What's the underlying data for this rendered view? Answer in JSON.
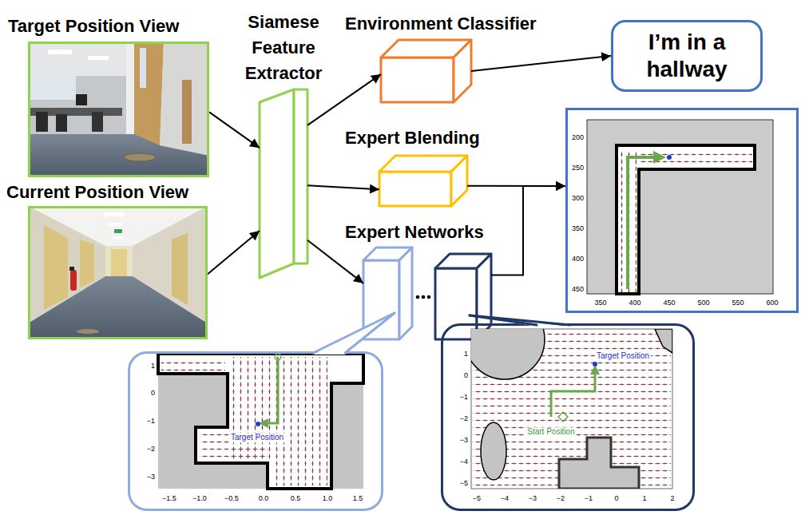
{
  "diagram": {
    "nodes": [
      {
        "text": [
          "Target Position View"
        ]
      },
      {
        "text": [
          "Current Position View"
        ]
      },
      {
        "text": [
          "Siamese Feature Extractor"
        ]
      },
      {
        "text": [
          "Environment Classifier"
        ]
      },
      {
        "text": [
          "I’m in a hallway"
        ]
      },
      {
        "text": [
          "Expert Blending"
        ]
      },
      {
        "text": [
          "Expert Networks"
        ]
      },
      {
        "text": [
          "200",
          "250",
          "300",
          "350",
          "400",
          "450",
          "350",
          "400",
          "450",
          "500",
          "550",
          "600"
        ]
      },
      {
        "text": [
          "Target Position",
          "1",
          "0",
          "−1",
          "−2",
          "−3",
          "−1.5",
          "−1.0",
          "−0.5",
          "0.0",
          "0.5",
          "1.0",
          "1.5"
        ]
      },
      {
        "text": [
          "Target Position",
          "Start Position",
          "1",
          "0",
          "−1",
          "−2",
          "−3",
          "−4",
          "−5",
          "−5",
          "−4",
          "−3",
          "−2",
          "−1",
          "0",
          "1",
          "2"
        ]
      }
    ],
    "edges": [
      {
        "from": 0,
        "to": 2,
        "arrow": "to"
      },
      {
        "from": 1,
        "to": 2,
        "arrow": "to"
      },
      {
        "from": 2,
        "to": 3,
        "arrow": "to"
      },
      {
        "from": 2,
        "to": 5,
        "arrow": "to"
      },
      {
        "from": 2,
        "to": 6,
        "arrow": "to"
      },
      {
        "from": 3,
        "to": 4,
        "arrow": "to"
      },
      {
        "from": 5,
        "to": 7,
        "arrow": "to"
      },
      {
        "from": 6,
        "to": 7,
        "arrow": "to"
      }
    ]
  }
}
